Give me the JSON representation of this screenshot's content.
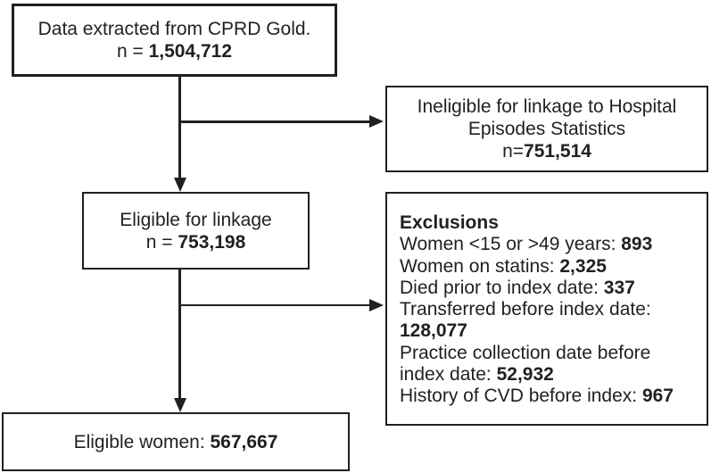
{
  "figure": {
    "background": "#ffffff",
    "ink_color": "#231f20",
    "type": "study-flowchart"
  },
  "flow": {
    "source": {
      "title": "Data extracted from CPRD Gold.",
      "n_label": "n = ",
      "n_value": "1,504,712"
    },
    "ineligible": {
      "title": "Ineligible for linkage to Hospital Episodes Statistics",
      "n_label": "n=",
      "n_value": "751,514"
    },
    "eligible_linkage": {
      "title": "Eligible for linkage",
      "n_label": "n = ",
      "n_value": "753,198"
    },
    "exclusions": {
      "heading": "Exclusions",
      "items": [
        {
          "label": "Women <15 or >49 years: ",
          "value": "893"
        },
        {
          "label": "Women on statins: ",
          "value": "2,325"
        },
        {
          "label": "Died prior to index date: ",
          "value": "337"
        },
        {
          "label": "Transferred before index date: ",
          "value": "128,077"
        },
        {
          "label": "Practice collection date before index date: ",
          "value": "52,932"
        },
        {
          "label": "History of CVD before index: ",
          "value": "967"
        }
      ]
    },
    "eligible_women": {
      "label": "Eligible women: ",
      "value": "567,667"
    }
  }
}
